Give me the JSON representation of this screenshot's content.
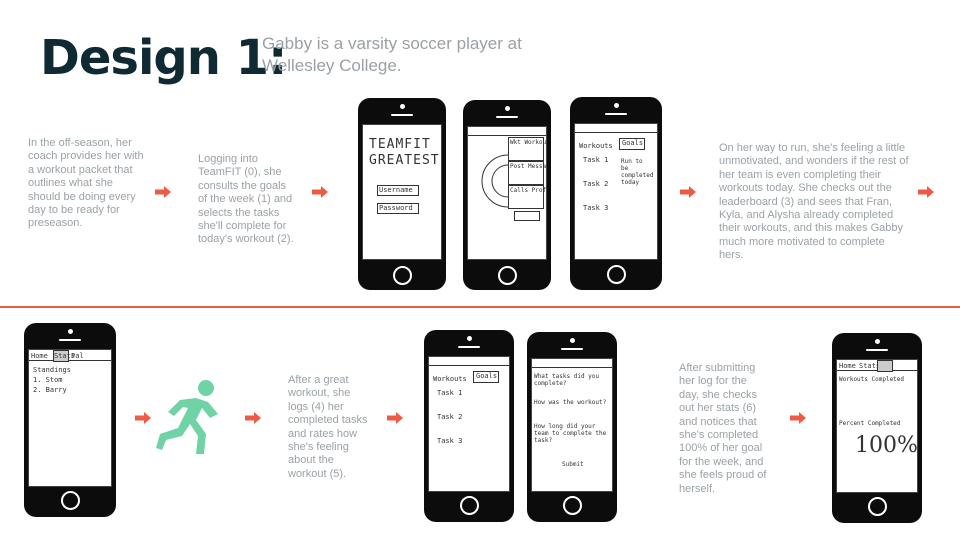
{
  "header": {
    "title": "Design 1:",
    "subtitle": "Gabby is a varsity soccer player at Wellesley College."
  },
  "story": {
    "step1": "In the off-season, her coach provides her with a workout packet that outlines what she should be doing every day to be ready for preseason.",
    "step2": "Logging into TeamFIT (0), she consults the goals of the week (1) and selects the tasks she'll complete for today's workout (2).",
    "step3": "On her way to run, she's feeling a little unmotivated, and wonders if the rest of her team is even completing their workouts today. She checks out the leaderboard (3) and sees that Fran, Kyla, and Alysha already completed their workouts, and this makes Gabby much more motivated to complete hers.",
    "step4": "After a great workout, she logs (4) her completed tasks and rates how she's feeling about the workout (5).",
    "step5": "After submitting her log for the day, she checks out her stats (6) and notices that she's completed 100% of her goal for the week, and she feels proud of herself."
  },
  "sketches": {
    "login": {
      "title_line1": "TEAMFIT",
      "title_line2": "GREATEST",
      "username": "Username",
      "password": "Password"
    },
    "menu": {
      "item1": "Wkt Workout",
      "item2": "Post Message",
      "item3": "Calls Profile"
    },
    "workout": {
      "label": "Workouts",
      "goal": "Goals",
      "task1": "Task 1",
      "task2": "Task 2",
      "task3": "Task 3",
      "note": "Run to be completed today"
    },
    "standings": {
      "tab1": "Home",
      "tab2": "Stats",
      "tab3": "Pal",
      "heading": "Standings",
      "row1": "1. Stom",
      "row2": "2. Barry"
    },
    "log": {
      "q1": "What tasks did you complete?",
      "q2": "How was the workout?",
      "q3": "How long did your team to complete the task?",
      "submit": "Submit"
    },
    "stats": {
      "heading1": "Workouts Completed",
      "heading2": "Percent Completed",
      "percent": "100%"
    }
  },
  "colors": {
    "accent": "#ef5a45",
    "runner": "#6fd3a6",
    "title": "#0f2a33"
  },
  "icons": {
    "arrow": "arrow-right-icon",
    "runner": "runner-icon"
  }
}
